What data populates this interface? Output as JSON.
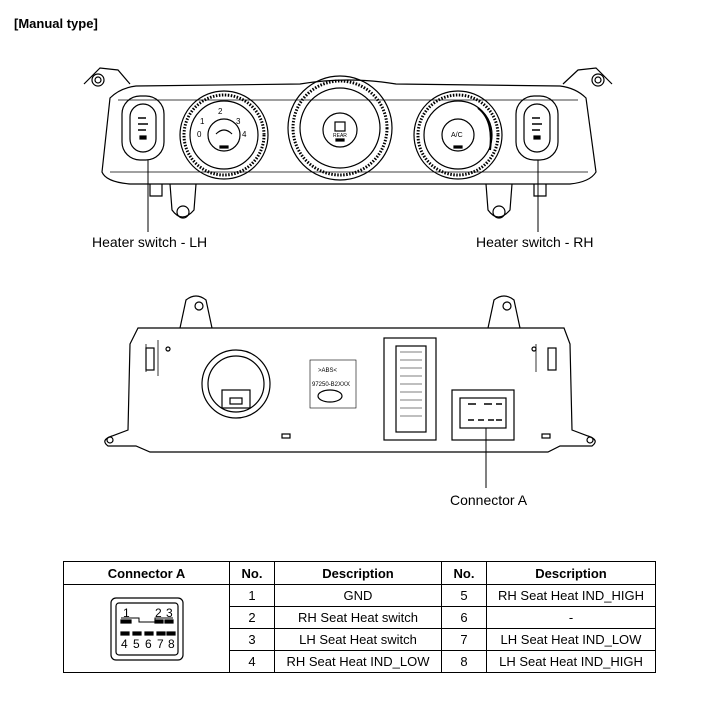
{
  "title": "[Manual type]",
  "callouts": {
    "heater_lh": "Heater switch - LH",
    "heater_rh": "Heater switch - RH",
    "connector_a": "Connector A"
  },
  "panel_markings": {
    "fan_speeds": [
      "0",
      "1",
      "2",
      "3",
      "4"
    ],
    "rear_label": "REAR",
    "ac_label": "A/C",
    "part_number": "97250-B2XXX",
    "material": ">ABS<"
  },
  "table": {
    "headers": [
      "Connector A",
      "No.",
      "Description",
      "No.",
      "Description"
    ],
    "rows": [
      {
        "no1": "1",
        "desc1": "GND",
        "no2": "5",
        "desc2": "RH Seat Heat IND_HIGH"
      },
      {
        "no1": "2",
        "desc1": "RH Seat Heat switch",
        "no2": "6",
        "desc2": "-"
      },
      {
        "no1": "3",
        "desc1": "LH Seat Heat switch",
        "no2": "7",
        "desc2": "LH Seat Heat IND_LOW"
      },
      {
        "no1": "4",
        "desc1": "RH Seat Heat IND_LOW",
        "no2": "8",
        "desc2": "LH Seat Heat IND_HIGH"
      }
    ],
    "connector_pins_top": [
      "1",
      "2",
      "3"
    ],
    "connector_pins_bottom": [
      "4",
      "5",
      "6",
      "7",
      "8"
    ]
  }
}
